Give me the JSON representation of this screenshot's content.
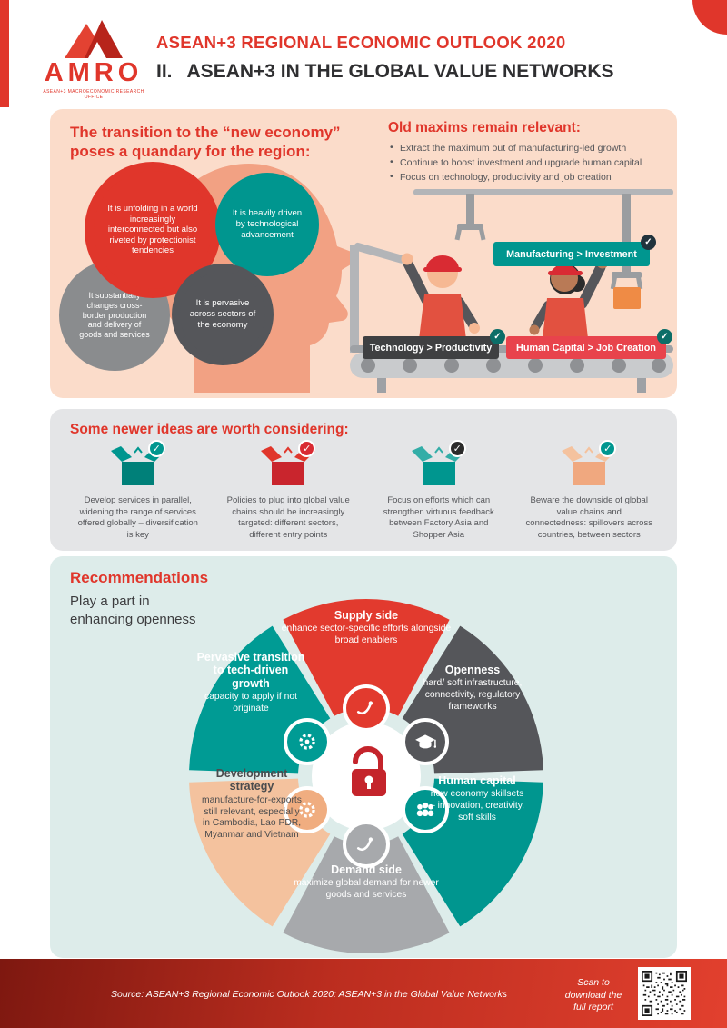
{
  "colors": {
    "red": "#e0362b",
    "teal": "#00968f",
    "dark_gray": "#58595b",
    "mid_gray": "#a7a9ac",
    "peach": "#f4c29e",
    "panel_pink": "#fbdcca",
    "panel_gray": "#e4e5e7",
    "panel_teal": "#ddecea"
  },
  "icons": {
    "check": "✓"
  },
  "header": {
    "logo_name": "AMRO",
    "logo_tagline": "ASEAN+3 MACROECONOMIC RESEARCH OFFICE",
    "title": "ASEAN+3 REGIONAL ECONOMIC OUTLOOK 2020",
    "subtitle_num": "II.",
    "subtitle": "ASEAN+3 IN THE GLOBAL VALUE NETWORKS"
  },
  "quandary": {
    "heading": "The transition to the “new economy” poses a quandary for the region:",
    "gears": [
      {
        "text": "It is unfolding in a world increasingly interconnected but also riveted by protectionist tendencies"
      },
      {
        "text": "It is heavily driven by technological advancement"
      },
      {
        "text": "It substantially changes cross-border production and delivery of goods and services"
      },
      {
        "text": "It is pervasive across sectors of the economy"
      }
    ]
  },
  "maxims": {
    "heading": "Old maxims remain relevant:",
    "bullets": [
      "Extract the maximum out of manufacturing-led growth",
      "Continue to boost investment and upgrade human capital",
      "Focus on technology, productivity and job creation"
    ],
    "badges": [
      {
        "label": "Manufacturing > Investment"
      },
      {
        "label": "Technology > Productivity"
      },
      {
        "label": "Human Capital > Job Creation"
      }
    ]
  },
  "ideas": {
    "heading": "Some newer ideas are worth considering:",
    "items": [
      {
        "text": "Develop services in parallel, widening the range of services offered globally – diversification is key"
      },
      {
        "text": "Policies to plug into global value chains should be increasingly targeted: different sectors, different entry points"
      },
      {
        "text": "Focus on efforts which can strengthen virtuous feedback between Factory Asia and Shopper Asia"
      },
      {
        "text": "Beware the downside of global value chains and connectedness: spillovers across countries, between sectors"
      }
    ]
  },
  "recommendations": {
    "heading": "Recommendations",
    "subheading": "Play a part in enhancing openness",
    "segments": [
      {
        "title": "Supply side",
        "desc": "enhance sector-specific efforts alongside broad enablers"
      },
      {
        "title": "Openness",
        "desc": "hard/ soft infrastructure, connectivity, regulatory frameworks"
      },
      {
        "title": "Human capital",
        "desc": "new economy skillsets – innovation, creativity, soft skills"
      },
      {
        "title": "Demand side",
        "desc": "maximize global demand for newer goods and services"
      },
      {
        "title": "Development strategy",
        "desc": "manufacture-for-exports still relevant, especially in Cambodia, Lao PDR, Myanmar and Vietnam"
      },
      {
        "title": "Pervasive transition to tech-driven growth",
        "desc": "capacity to apply if not originate"
      }
    ]
  },
  "footer": {
    "source": "Source: ASEAN+3 Regional Economic Outlook 2020: ASEAN+3 in the Global Value Networks",
    "scan": "Scan to download the full report"
  }
}
